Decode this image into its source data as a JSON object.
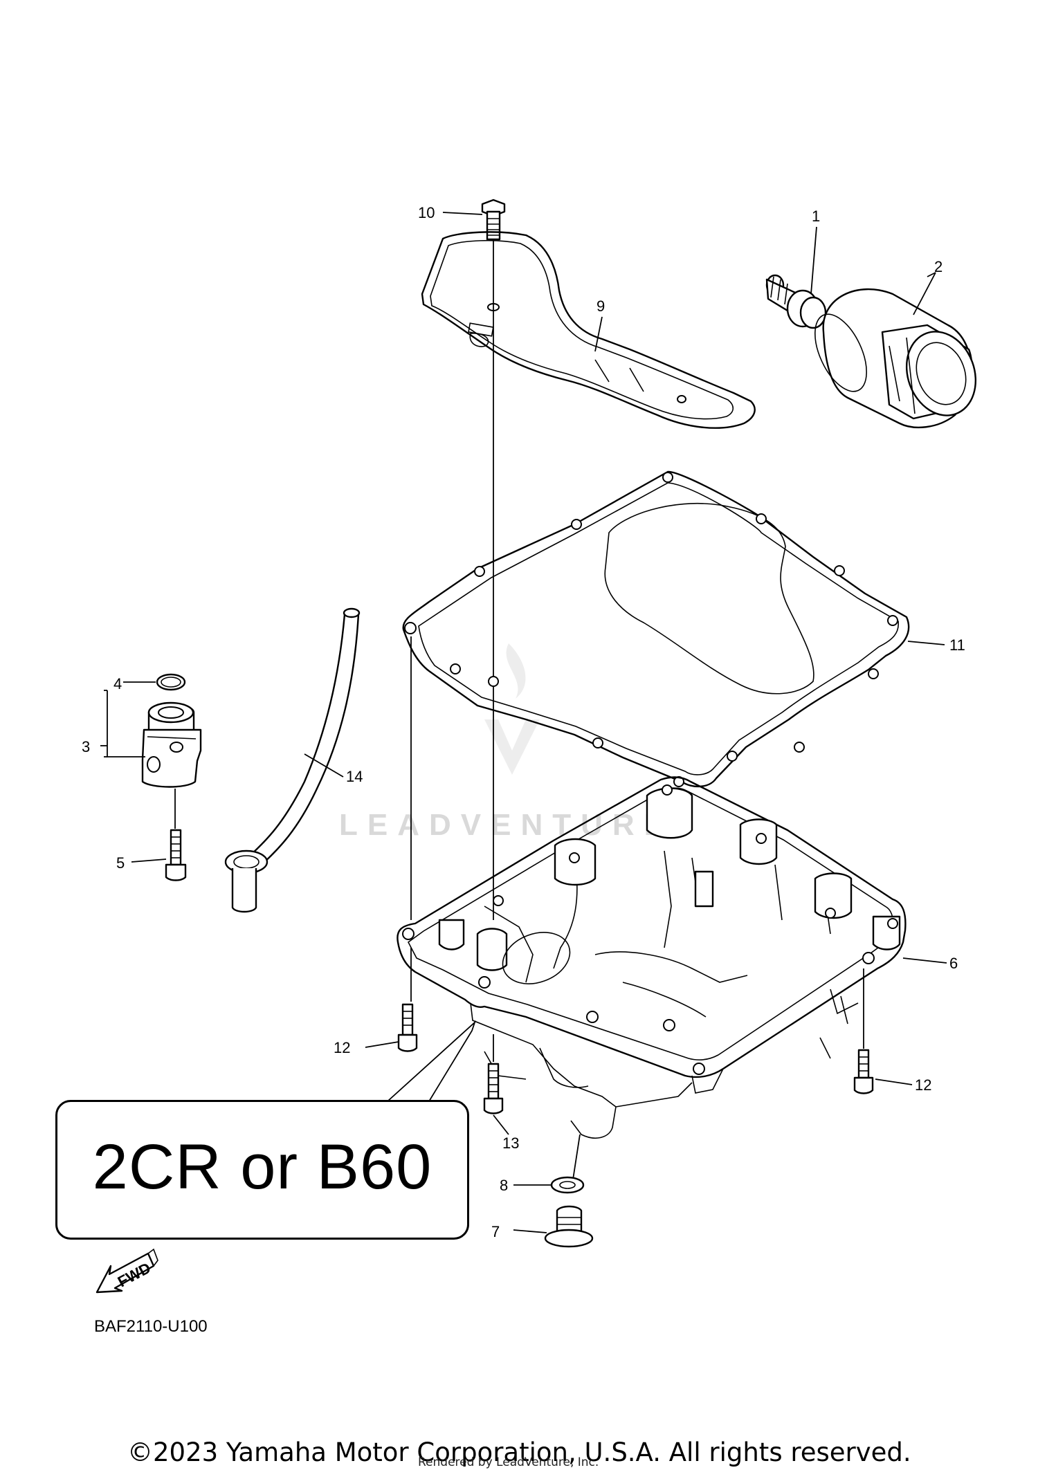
{
  "callouts": [
    {
      "id": "1",
      "label": "1"
    },
    {
      "id": "2",
      "label": "2"
    },
    {
      "id": "3",
      "label": "3"
    },
    {
      "id": "4",
      "label": "4"
    },
    {
      "id": "5",
      "label": "5"
    },
    {
      "id": "6",
      "label": "6"
    },
    {
      "id": "7",
      "label": "7"
    },
    {
      "id": "8",
      "label": "8"
    },
    {
      "id": "9",
      "label": "9"
    },
    {
      "id": "10",
      "label": "10"
    },
    {
      "id": "11",
      "label": "11"
    },
    {
      "id": "12",
      "label": "12"
    },
    {
      "id": "13",
      "label": "13"
    },
    {
      "id": "14",
      "label": "14"
    }
  ],
  "variant_note": "2CR or B60",
  "fwd_label": "FWD",
  "diagram_code": "BAF2110-U100",
  "copyright": "©2023 Yamaha Motor Corporation, U.S.A. All rights reserved.",
  "rendered_by": "Rendered by LeadVenture, Inc.",
  "watermark": "LEADVENTURE",
  "colors": {
    "line": "#000000",
    "background": "#ffffff",
    "watermark": "#d9d9d9"
  }
}
